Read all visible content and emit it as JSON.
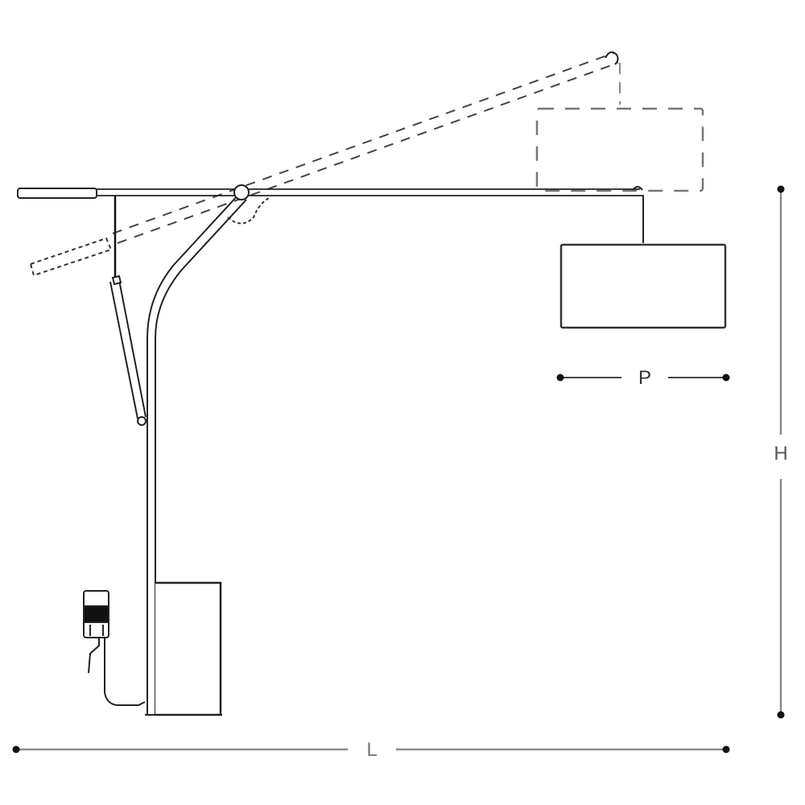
{
  "diagram": {
    "subject": "arc floor lamp technical dimension drawing",
    "colors": {
      "line": "#1a1a1a",
      "dim_line": "#8a8a8a",
      "dashed": "#555555",
      "background": "#ffffff"
    },
    "dimensions": {
      "length": {
        "label": "L"
      },
      "height": {
        "label": "H"
      },
      "shade_diameter": {
        "label": "P"
      }
    },
    "parts": [
      "counterweight-handle",
      "horizontal-arm",
      "pivot-joint",
      "curved-stand-pole",
      "gas-spring-strut",
      "lamp-shade",
      "base-block",
      "cord-plug",
      "raised-arm-position-dashed",
      "raised-shade-position-dashed"
    ]
  }
}
